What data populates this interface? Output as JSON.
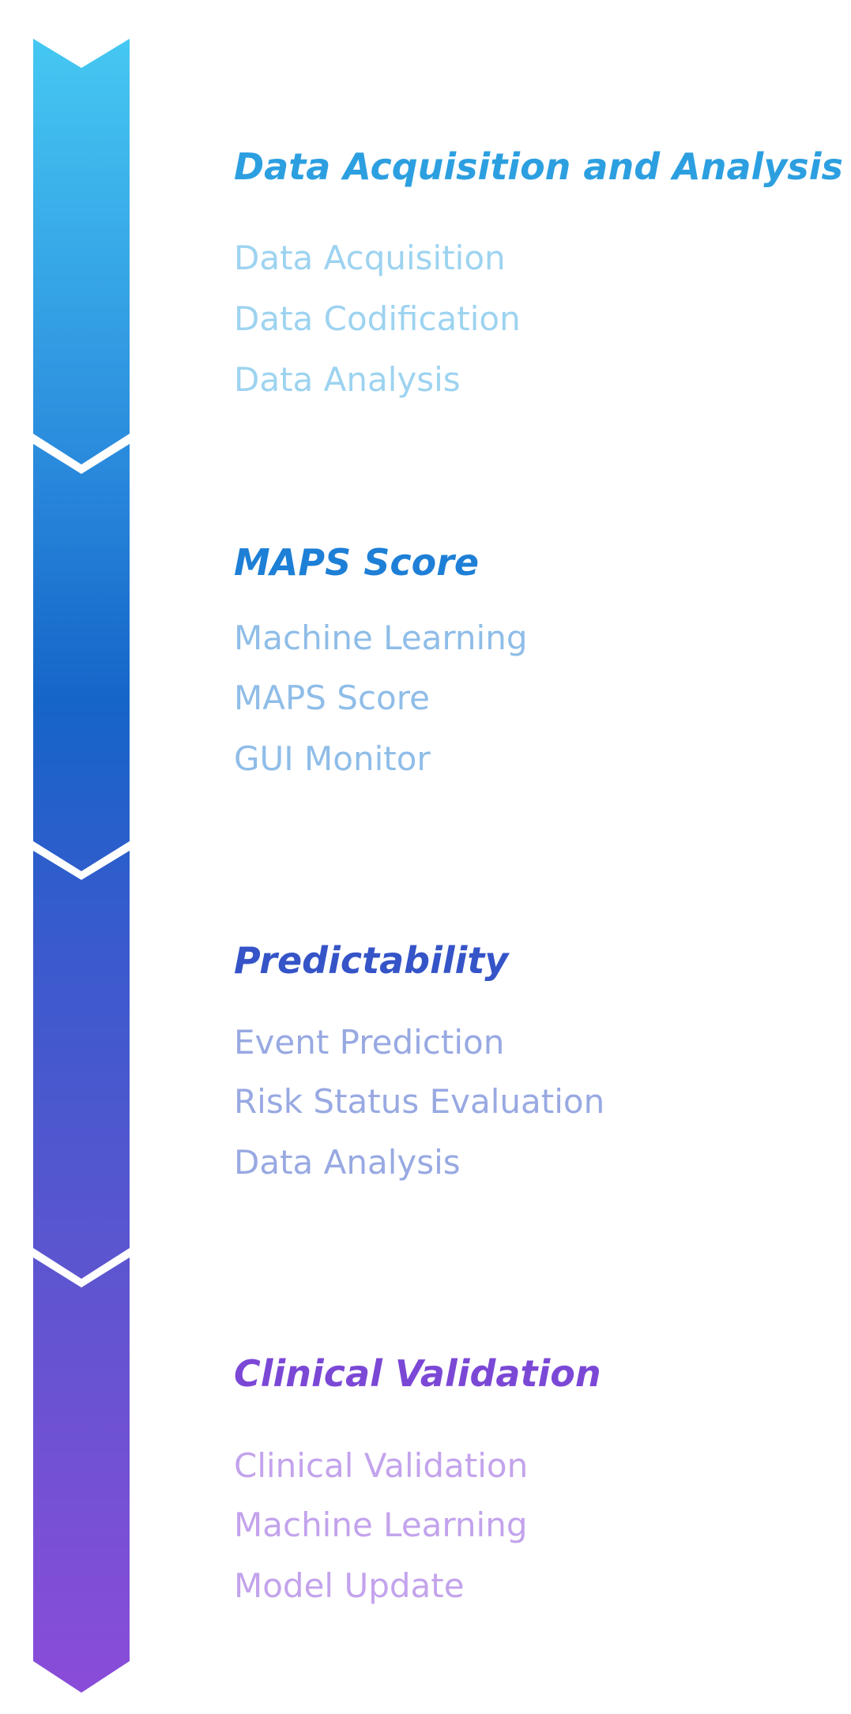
{
  "stages": [
    {
      "title": "Data Acquisition and Analysis",
      "title_color": "#2c9fe0",
      "item_color": "#9dd3f0",
      "items": [
        "Data Acquisition",
        "Data Codification",
        "Data Analysis"
      ]
    },
    {
      "title": "MAPS Score",
      "title_color": "#1e7fd6",
      "item_color": "#8fbde8",
      "items": [
        "Machine Learning",
        "MAPS Score",
        "GUI Monitor"
      ]
    },
    {
      "title": "Predictability",
      "title_color": "#3554c8",
      "item_color": "#98a9e2",
      "items": [
        "Event Prediction",
        "Risk Status Evaluation",
        "Data Analysis"
      ]
    },
    {
      "title": "Clinical Validation",
      "title_color": "#7b48d6",
      "item_color": "#c3a3ec",
      "items": [
        "Clinical Validation",
        "Machine Learning",
        "Model Update"
      ]
    }
  ],
  "gradient": [
    "#45c8f2",
    "#2c8ede",
    "#1565c8",
    "#3a5acd",
    "#5e55d0",
    "#8a4cd9"
  ]
}
